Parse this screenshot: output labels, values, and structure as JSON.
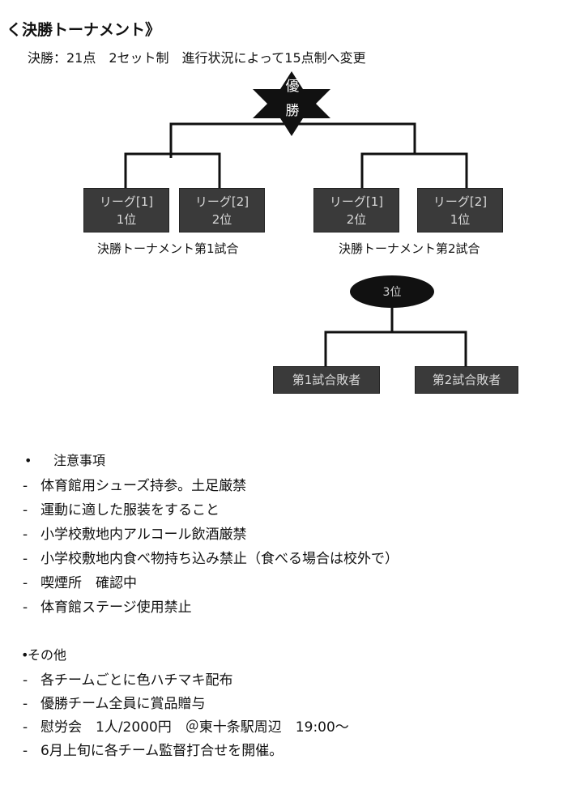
{
  "header": {
    "title": "決勝トーナメント》",
    "title_prefix_glyph": "く",
    "rule": "決勝：21点　2セット制　進行状況によって15点制へ変更"
  },
  "bracket_main": {
    "champion_line1": "優",
    "champion_line2": "勝",
    "match1": {
      "label": "決勝トーナメント第1試合",
      "left": {
        "line1": "リーグ[1]",
        "line2": "1位"
      },
      "right": {
        "line1": "リーグ[2]",
        "line2": "2位"
      }
    },
    "match2": {
      "label": "決勝トーナメント第2試合",
      "left": {
        "line1": "リーグ[1]",
        "line2": "2位"
      },
      "right": {
        "line1": "リーグ[2]",
        "line2": "1位"
      }
    }
  },
  "bracket_third": {
    "oval_label": "3位",
    "left": "第1試合敗者",
    "right": "第2試合敗者"
  },
  "notes": {
    "heading": "注意事項",
    "bullet": "•",
    "items": [
      "体育館用シューズ持参。土足厳禁",
      "運動に適した服装をすること",
      "小学校敷地内アルコール飲酒厳禁",
      "小学校敷地内食べ物持ち込み禁止（食べる場合は校外で）",
      "喫煙所　確認中",
      "体育館ステージ使用禁止"
    ]
  },
  "others": {
    "heading": "その他",
    "bullet": "•",
    "items": [
      "各チームごとに色ハチマキ配布",
      "優勝チーム全員に賞品贈与",
      "慰労会　1人/2000円　＠東十条駅周辺　19:00〜",
      "6月上旬に各チーム監督打合せを開催。"
    ]
  },
  "dash": "-",
  "colors": {
    "box_fill": "#3a3a3a",
    "box_text": "#d8d8d8",
    "line": "#111111"
  }
}
